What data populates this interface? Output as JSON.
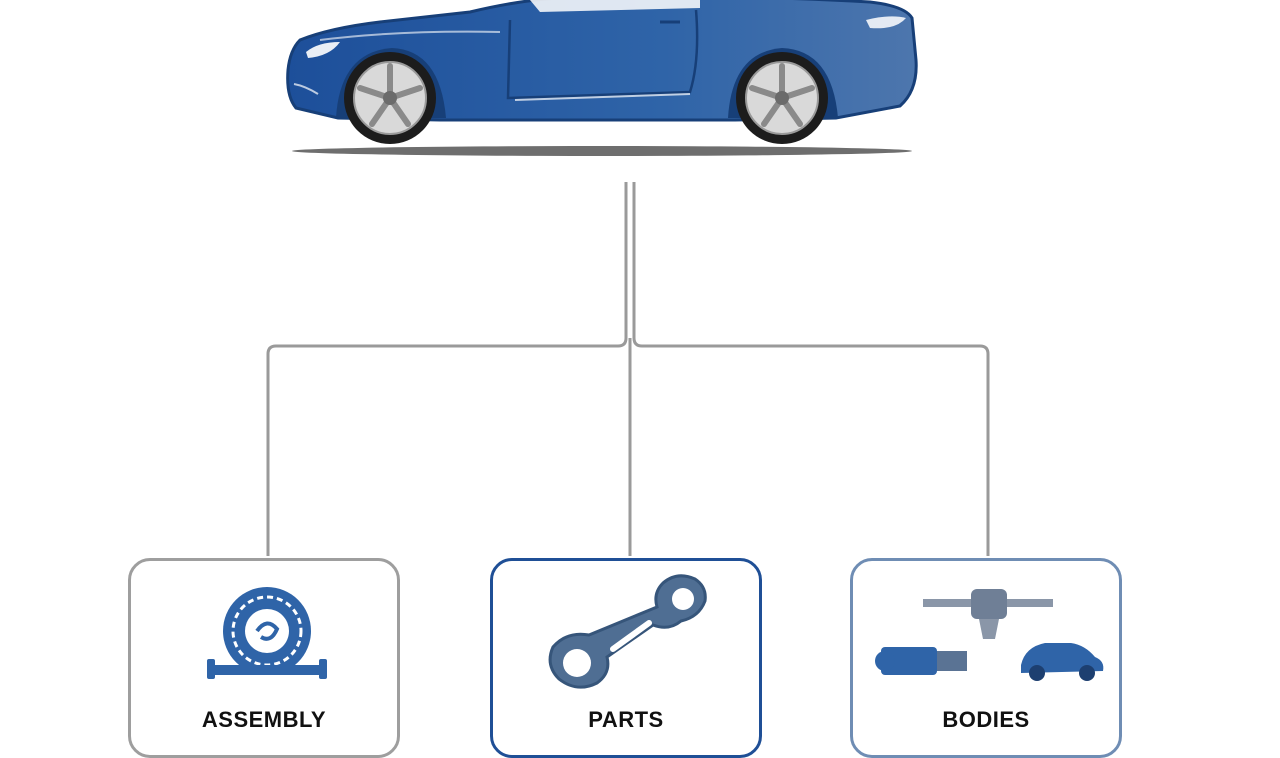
{
  "colors": {
    "car_body": "#2e63a8",
    "car_body_dark": "#1d4a86",
    "connector": "#9a9a9a",
    "card_border": "#9e9e9e",
    "card_border_selected": "#1f4f96",
    "icon_blue": "#2f64a8",
    "icon_steel": "#5a7394"
  },
  "hero": {
    "icon": "sports-car-icon"
  },
  "categories": [
    {
      "id": "assembly",
      "label": "ASSEMBLY",
      "icon": "tire-assembly-icon",
      "selected": false
    },
    {
      "id": "parts",
      "label": "PARTS",
      "icon": "wrench-link-icon",
      "selected": true
    },
    {
      "id": "bodies",
      "label": "BODIES",
      "icon": "bodies-collection-icon",
      "selected": false
    }
  ]
}
